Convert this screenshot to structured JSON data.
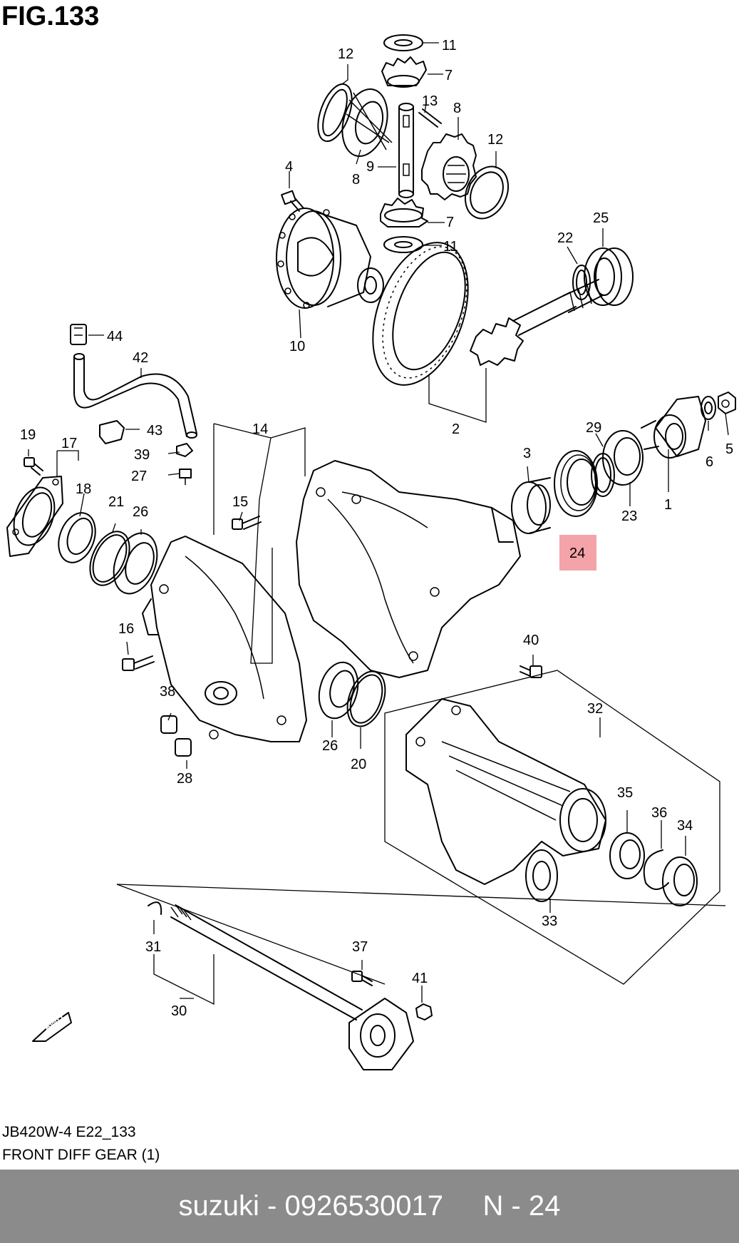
{
  "figure": {
    "title": "FIG.133"
  },
  "callouts": [
    {
      "id": "c11a",
      "text": "11"
    },
    {
      "id": "c7a",
      "text": "7"
    },
    {
      "id": "c12a",
      "text": "12"
    },
    {
      "id": "c13",
      "text": "13"
    },
    {
      "id": "c8a",
      "text": "8"
    },
    {
      "id": "c12b",
      "text": "12"
    },
    {
      "id": "c9",
      "text": "9"
    },
    {
      "id": "c8b",
      "text": "8"
    },
    {
      "id": "c4",
      "text": "4"
    },
    {
      "id": "c7b",
      "text": "7"
    },
    {
      "id": "c11b",
      "text": "11"
    },
    {
      "id": "c25",
      "text": "25"
    },
    {
      "id": "c22",
      "text": "22"
    },
    {
      "id": "c10",
      "text": "10"
    },
    {
      "id": "c44",
      "text": "44"
    },
    {
      "id": "c42",
      "text": "42"
    },
    {
      "id": "c2",
      "text": "2"
    },
    {
      "id": "c19",
      "text": "19"
    },
    {
      "id": "c17",
      "text": "17"
    },
    {
      "id": "c43",
      "text": "43"
    },
    {
      "id": "c14",
      "text": "14"
    },
    {
      "id": "c39",
      "text": "39"
    },
    {
      "id": "c27",
      "text": "27"
    },
    {
      "id": "c29",
      "text": "29"
    },
    {
      "id": "c3",
      "text": "3"
    },
    {
      "id": "c6",
      "text": "6"
    },
    {
      "id": "c5",
      "text": "5"
    },
    {
      "id": "c18",
      "text": "18"
    },
    {
      "id": "c21",
      "text": "21"
    },
    {
      "id": "c15",
      "text": "15"
    },
    {
      "id": "c26a",
      "text": "26"
    },
    {
      "id": "c23",
      "text": "23"
    },
    {
      "id": "c1",
      "text": "1"
    },
    {
      "id": "c16",
      "text": "16"
    },
    {
      "id": "c40",
      "text": "40"
    },
    {
      "id": "c38",
      "text": "38"
    },
    {
      "id": "c32",
      "text": "32"
    },
    {
      "id": "c26b",
      "text": "26"
    },
    {
      "id": "c20",
      "text": "20"
    },
    {
      "id": "c28",
      "text": "28"
    },
    {
      "id": "c35",
      "text": "35"
    },
    {
      "id": "c36",
      "text": "36"
    },
    {
      "id": "c34",
      "text": "34"
    },
    {
      "id": "c33",
      "text": "33"
    },
    {
      "id": "c31",
      "text": "31"
    },
    {
      "id": "c37",
      "text": "37"
    },
    {
      "id": "c41",
      "text": "41"
    },
    {
      "id": "c30",
      "text": "30"
    }
  ],
  "highlight": {
    "label": "24",
    "color": "#f4a3a8"
  },
  "fwd_marker": "FWD",
  "footer": {
    "code": "JB420W-4 E22_133",
    "caption": "FRONT DIFF GEAR (1)"
  },
  "bottom_bar": {
    "text": "suzuki - 0926530017     N - 24",
    "background": "#8b8b8b",
    "text_color": "#ffffff"
  }
}
